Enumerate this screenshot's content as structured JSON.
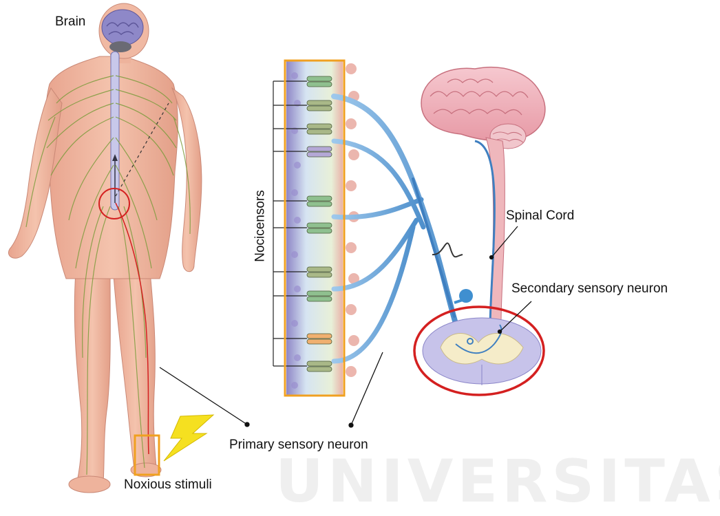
{
  "labels": {
    "brain": "Brain",
    "nocicensors": "Nocicensors",
    "spinal_cord": "Spinal Cord",
    "secondary_sensory_neuron": "Secondary sensory neuron",
    "primary_sensory_neuron": "Primary sensory neuron",
    "noxious_stimuli": "Noxious stimuli"
  },
  "watermark": "UNIVERSITAS",
  "colors": {
    "highlight_box": "#f0a020",
    "red_circle": "#d42020",
    "nerve_blue": "#5a9ed8",
    "skin": "#f2b9a3",
    "nerve_green": "#7c9c3c",
    "lightning": "#f5e020"
  }
}
